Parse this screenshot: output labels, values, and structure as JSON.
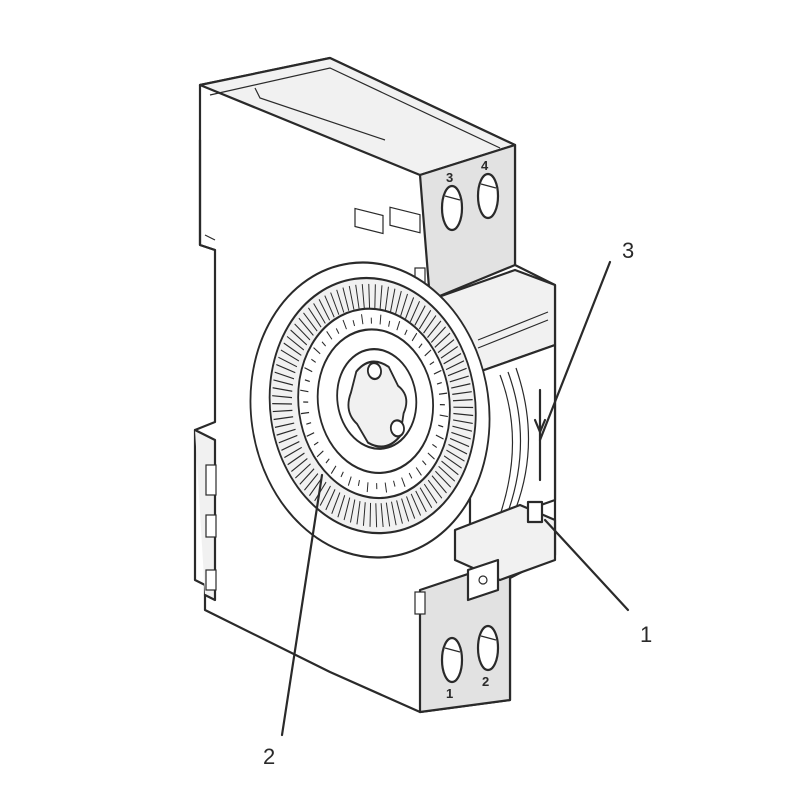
{
  "callouts": {
    "one": "1",
    "two": "2",
    "three": "3"
  },
  "terminals": {
    "top_left": "3",
    "top_right": "4",
    "bottom_left": "1",
    "bottom_right": "2"
  },
  "colors": {
    "line": "#2a2a2a",
    "background": "#ffffff"
  }
}
